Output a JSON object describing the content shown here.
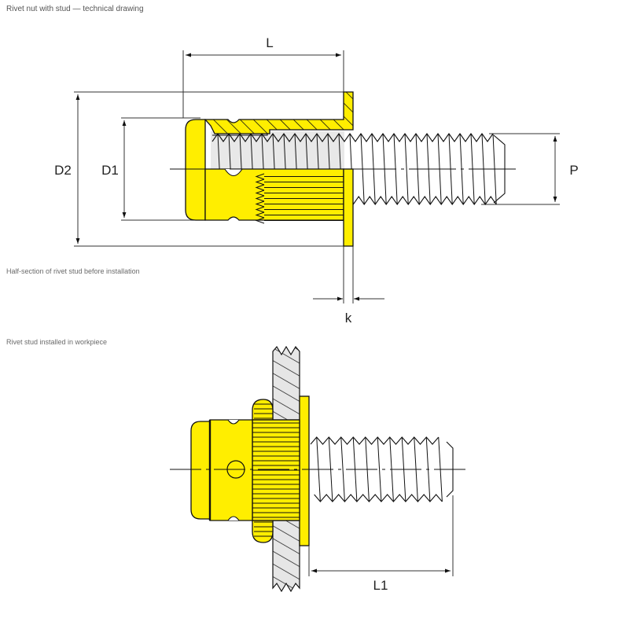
{
  "diagram": {
    "title": "Rivet nut with stud — technical drawing",
    "colors": {
      "part_fill": "#FFEE00",
      "workpiece_fill": "#E6E6E6",
      "thread_gap_fill": "#E8E8E8",
      "line": "#111111",
      "dimension_line": "#333333",
      "background": "#FFFFFF"
    },
    "views": [
      {
        "id": "section-view",
        "description": "Half-section of rivet stud before installation",
        "dimensions": {
          "L": "L",
          "D1": "D1",
          "D2": "D2",
          "P": "P",
          "k": "k"
        }
      },
      {
        "id": "installed-view",
        "description": "Rivet stud installed in workpiece",
        "dimensions": {
          "L1": "L1"
        }
      }
    ]
  }
}
